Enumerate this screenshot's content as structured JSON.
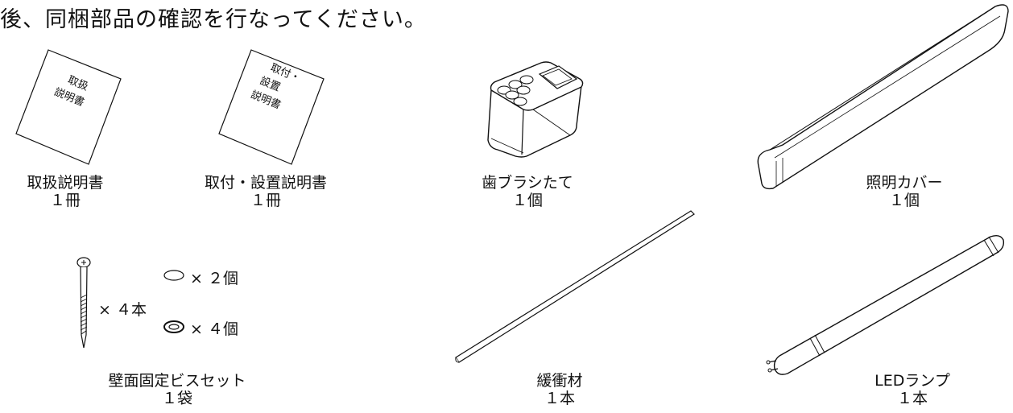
{
  "header": "後、同梱部品の確認を行なってください。",
  "items": {
    "manual": {
      "name": "取扱説明書",
      "qty": "１冊",
      "art": [
        "取扱",
        "説明書"
      ]
    },
    "install": {
      "name": "取付・設置説明書",
      "qty": "１冊",
      "art": [
        "取付・",
        "設置",
        "説明書"
      ]
    },
    "toothbrush": {
      "name": "歯ブラシたて",
      "qty": "１個"
    },
    "cover": {
      "name": "照明カバー",
      "qty": "１個"
    },
    "screwset": {
      "name": "壁面固定ビスセット",
      "qty": "１袋",
      "screw_qty": "× ４本",
      "washer_qty": "× ２個",
      "ring_qty": "× ４個"
    },
    "cushion": {
      "name": "緩衝材",
      "qty": "１本"
    },
    "led": {
      "name": "LEDランプ",
      "qty": "１本"
    }
  }
}
